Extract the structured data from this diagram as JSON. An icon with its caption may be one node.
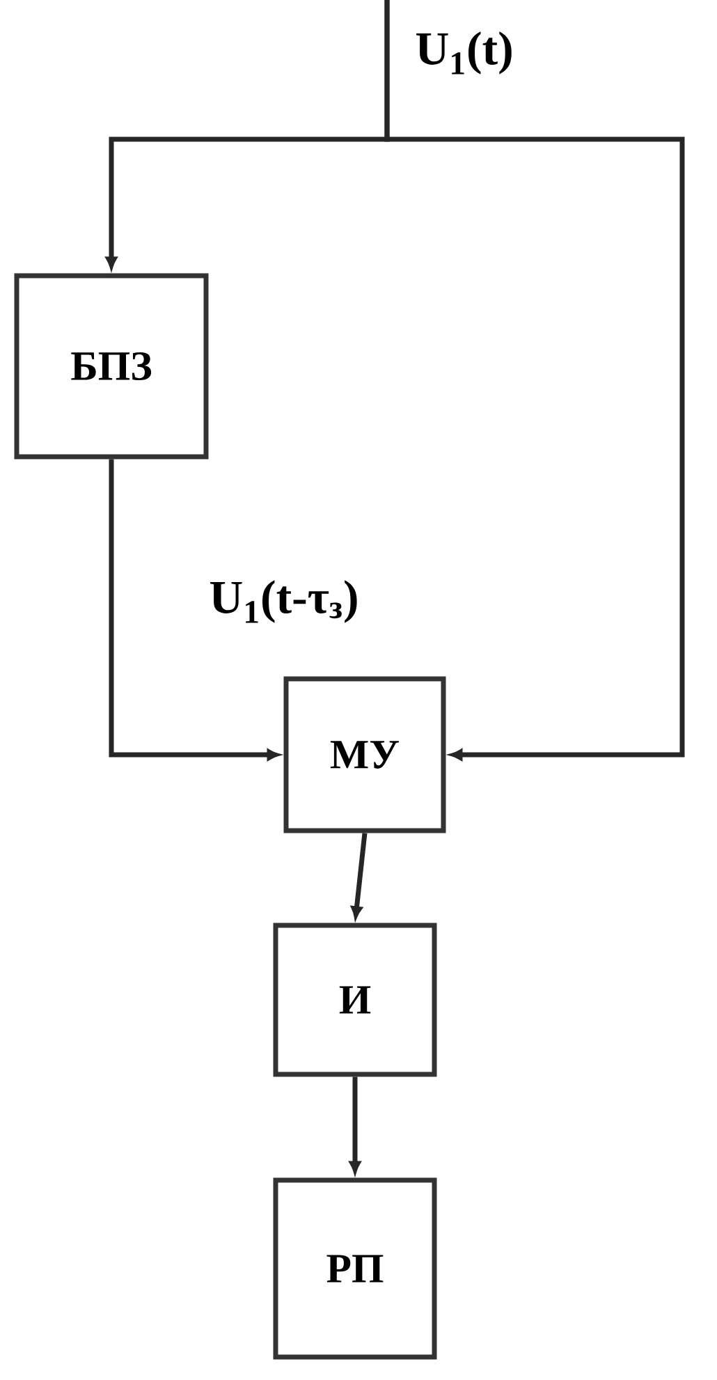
{
  "diagram": {
    "nodes": [
      {
        "text": [
          "БПЗ"
        ]
      },
      {
        "text": [
          "МУ"
        ]
      },
      {
        "text": [
          "И"
        ]
      },
      {
        "text": [
          "РП"
        ]
      }
    ],
    "edges": [
      {
        "from": null,
        "to": 0,
        "arrow": "to"
      },
      {
        "from": null,
        "to": 1,
        "arrow": "to"
      },
      {
        "from": 0,
        "to": 1,
        "arrow": "to"
      },
      {
        "from": 1,
        "to": 2,
        "arrow": "to"
      },
      {
        "from": 2,
        "to": 3,
        "arrow": "to"
      }
    ],
    "labels": [
      "U$_{1}$(t)",
      "U$_{1}$(t-τ$_{з}$)"
    ]
  }
}
